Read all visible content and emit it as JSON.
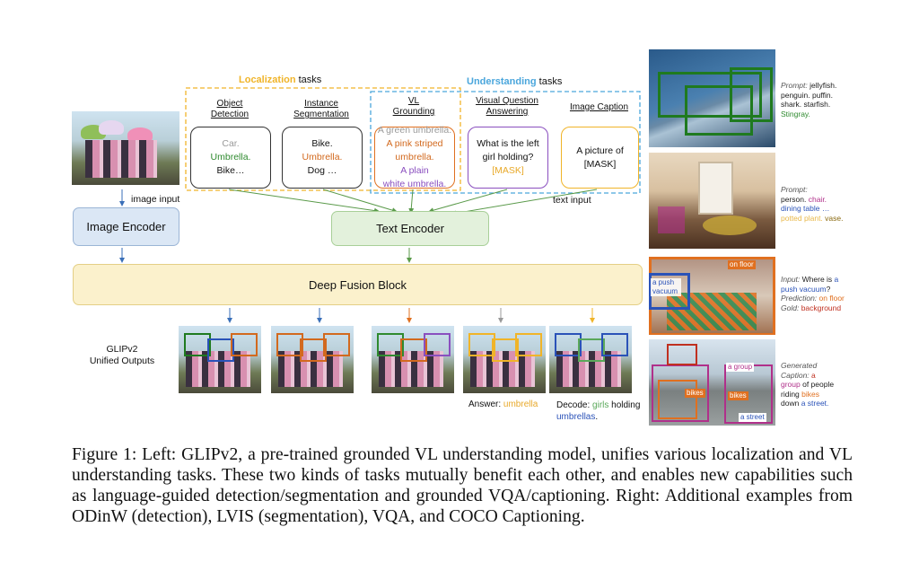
{
  "header": {
    "localization_word": "Localization",
    "localization_rest": " tasks",
    "understanding_word": "Understanding",
    "understanding_rest": " tasks"
  },
  "tasks": [
    {
      "title_lines": [
        "Object",
        "Detection"
      ],
      "lines": [
        {
          "text": "Car.",
          "color": "#9a9a9a"
        },
        {
          "text": "Umbrella.",
          "color": "#2f8a2f"
        },
        {
          "text": "Bike…",
          "color": "#111111"
        }
      ]
    },
    {
      "title_lines": [
        "Instance",
        "Segmentation"
      ],
      "lines": [
        {
          "text": "Bike.",
          "color": "#111111"
        },
        {
          "text": "Umbrella.",
          "color": "#d2691e"
        },
        {
          "text": "Dog …",
          "color": "#111111"
        }
      ]
    },
    {
      "title_lines": [
        "VL",
        "Grounding"
      ],
      "lines": [
        {
          "text": "A green umbrella.",
          "color": "#9a9a9a"
        },
        {
          "text": "A pink striped",
          "color": "#d2691e"
        },
        {
          "text": "umbrella.",
          "color": "#d2691e"
        },
        {
          "text": "A plain",
          "color": "#8a4fbf"
        },
        {
          "text": "white umbrella.",
          "color": "#8a4fbf"
        }
      ]
    },
    {
      "title_lines": [
        "Visual Question",
        "Answering"
      ],
      "lines": [
        {
          "text": "What is the left",
          "color": "#111111"
        },
        {
          "text": "girl holding?",
          "color": "#111111"
        },
        {
          "text": "[MASK]",
          "color": "#e8a92a"
        }
      ]
    },
    {
      "title_lines": [
        "Image Caption"
      ],
      "lines": [
        {
          "text": "A picture of",
          "color": "#111111"
        },
        {
          "text": "[MASK]",
          "color": "#111111"
        }
      ]
    }
  ],
  "labels": {
    "image_input": "image input",
    "text_input": "text input",
    "image_encoder": "Image Encoder",
    "text_encoder": "Text Encoder",
    "deep_fusion": "Deep Fusion Block",
    "outputs_line1": "GLIPv2",
    "outputs_line2": "Unified Outputs",
    "answer_prefix": "Answer: ",
    "answer_word": "umbrella",
    "decode_prefix": "Decode: ",
    "decode_word1": "girls",
    "decode_mid": " holding",
    "decode_word2": "umbrellas",
    "decode_end": "."
  },
  "side": [
    {
      "parts": [
        {
          "t": "Prompt:",
          "c": "#555",
          "i": true
        },
        {
          "t": " jellyfish.",
          "c": "#222"
        },
        {
          "t": "penguin. puffin.",
          "c": "#222",
          "br": true
        },
        {
          "t": "shark. starfish.",
          "c": "#222",
          "br": true
        },
        {
          "t": "Stingray.",
          "c": "#2f8a2f",
          "br": true
        }
      ]
    },
    {
      "parts": [
        {
          "t": "Prompt:",
          "c": "#555",
          "i": true
        },
        {
          "t": "person.",
          "c": "#222",
          "br": true
        },
        {
          "t": " chair.",
          "c": "#b0308a"
        },
        {
          "t": "dining table …",
          "c": "#2a52b8",
          "br": true
        },
        {
          "t": "potted plant.",
          "c": "#e8b84a",
          "br": true
        },
        {
          "t": " vase.",
          "c": "#8a6a10"
        }
      ]
    },
    {
      "parts": [
        {
          "t": "Input:",
          "c": "#555",
          "i": true
        },
        {
          "t": " Where is ",
          "c": "#222"
        },
        {
          "t": "a",
          "c": "#2a52b8"
        },
        {
          "t": "push vacuum",
          "c": "#2a52b8",
          "br": true
        },
        {
          "t": "?",
          "c": "#222"
        },
        {
          "t": "Prediction:",
          "c": "#555",
          "i": true,
          "br": true
        },
        {
          "t": " on floor",
          "c": "#e07020"
        },
        {
          "t": "Gold:",
          "c": "#555",
          "i": true,
          "br": true
        },
        {
          "t": " background",
          "c": "#c03020"
        }
      ]
    },
    {
      "parts": [
        {
          "t": "Generated",
          "c": "#555",
          "i": true
        },
        {
          "t": "Caption:",
          "c": "#555",
          "i": true,
          "br": true
        },
        {
          "t": " a",
          "c": "#c03020"
        },
        {
          "t": "group",
          "c": "#b0308a",
          "br": true
        },
        {
          "t": " of people",
          "c": "#222"
        },
        {
          "t": "riding ",
          "c": "#222",
          "br": true
        },
        {
          "t": "bikes",
          "c": "#e07020"
        },
        {
          "t": "down ",
          "c": "#222",
          "br": true
        },
        {
          "t": "a street.",
          "c": "#2a52b8"
        }
      ]
    }
  ],
  "side_labels": {
    "on_floor": "on floor",
    "push_vacuum": "a push vacuum",
    "a_group": "a group",
    "bikes": "bikes",
    "a_street": "a street"
  },
  "caption": "Figure 1: Left: GLIPv2, a pre-trained grounded VL understanding model, unifies various localization and VL understanding tasks. These two kinds of tasks mutually benefit each other, and enables new capabilities such as language-guided detection/segmentation and grounded VQA/captioning. Right: Additional examples from ODinW (detection), LVIS (segmentation), VQA, and COCO Captioning.",
  "colors": {
    "localization": "#f0b429",
    "understanding": "#4aa6dc",
    "image_encoder_fill": "#dbe7f5",
    "text_encoder_fill": "#e3f1dc",
    "fusion_fill": "#fbf1cc",
    "arrow_blue": "#3a6fb8",
    "arrow_green": "#5a9a4a",
    "arrow_orange": "#e07020",
    "arrow_gray": "#9a9a9a",
    "arrow_yellow": "#f0b429"
  }
}
